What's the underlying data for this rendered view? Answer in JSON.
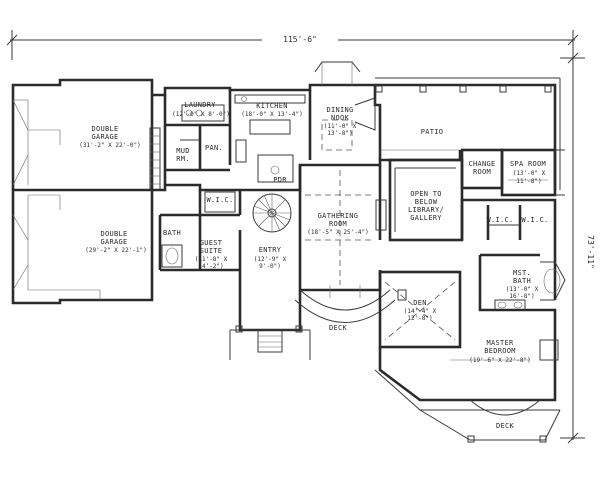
{
  "dimensions": {
    "overall_width": "115'-6\"",
    "overall_depth": "73'-11\""
  },
  "rooms": {
    "garage_upper": {
      "name1": "DOUBLE",
      "name2": "GARAGE",
      "size": "(31'-2\" X 22'-0\")"
    },
    "garage_lower": {
      "name1": "DOUBLE",
      "name2": "GARAGE",
      "size": "(29'-2\" X 22'-1\")"
    },
    "laundry": {
      "name": "LAUNDRY",
      "size": "(12'-0\" X 8'-0\")"
    },
    "kitchen": {
      "name": "KITCHEN",
      "size": "(18'-0\" X 13'-4\")"
    },
    "dining": {
      "name1": "DINING",
      "name2": "NOOK",
      "size1": "(11'-0\" X",
      "size2": "13'-8\")"
    },
    "patio": {
      "name": "PATIO"
    },
    "mud": {
      "name1": "MUD",
      "name2": "RM."
    },
    "pantry": {
      "name": "PAN."
    },
    "pdr": {
      "name": "PDR"
    },
    "change": {
      "name1": "CHANGE",
      "name2": "ROOM"
    },
    "spa": {
      "name": "SPA ROOM",
      "size1": "(13'-0\" X",
      "size2": "11'-8\")"
    },
    "wic_guest": {
      "name": "W.I.C."
    },
    "bath": {
      "name": "BATH"
    },
    "guest": {
      "name1": "GUEST",
      "name2": "SUITE",
      "size1": "(11'-8\" X",
      "size2": "14'-2\")"
    },
    "entry": {
      "name": "ENTRY",
      "size1": "(12'-9\" X",
      "size2": "9'-0\")"
    },
    "gathering": {
      "name1": "GATHERING",
      "name2": "ROOM",
      "size": "(18'-5\" X 25'-4\")"
    },
    "library": {
      "line1": "OPEN TO",
      "line2": "BELOW",
      "line3": "LIBRARY/",
      "line4": "GALLERY"
    },
    "wic_master_1": {
      "name": "W.I.C."
    },
    "wic_master_2": {
      "name": "W.I.C."
    },
    "mst_bath": {
      "name1": "MST.",
      "name2": "BATH",
      "size1": "(13'-0\" X",
      "size2": "16'-8\")"
    },
    "den": {
      "name": "DEN",
      "size1": "(14'-4\" X",
      "size2": "12'-8\")"
    },
    "master": {
      "name1": "MASTER",
      "name2": "BEDROOM",
      "size": "(19'-6\" X 22'-8\")"
    },
    "deck_front": {
      "name": "DECK"
    },
    "deck_rear": {
      "name": "DECK"
    }
  }
}
